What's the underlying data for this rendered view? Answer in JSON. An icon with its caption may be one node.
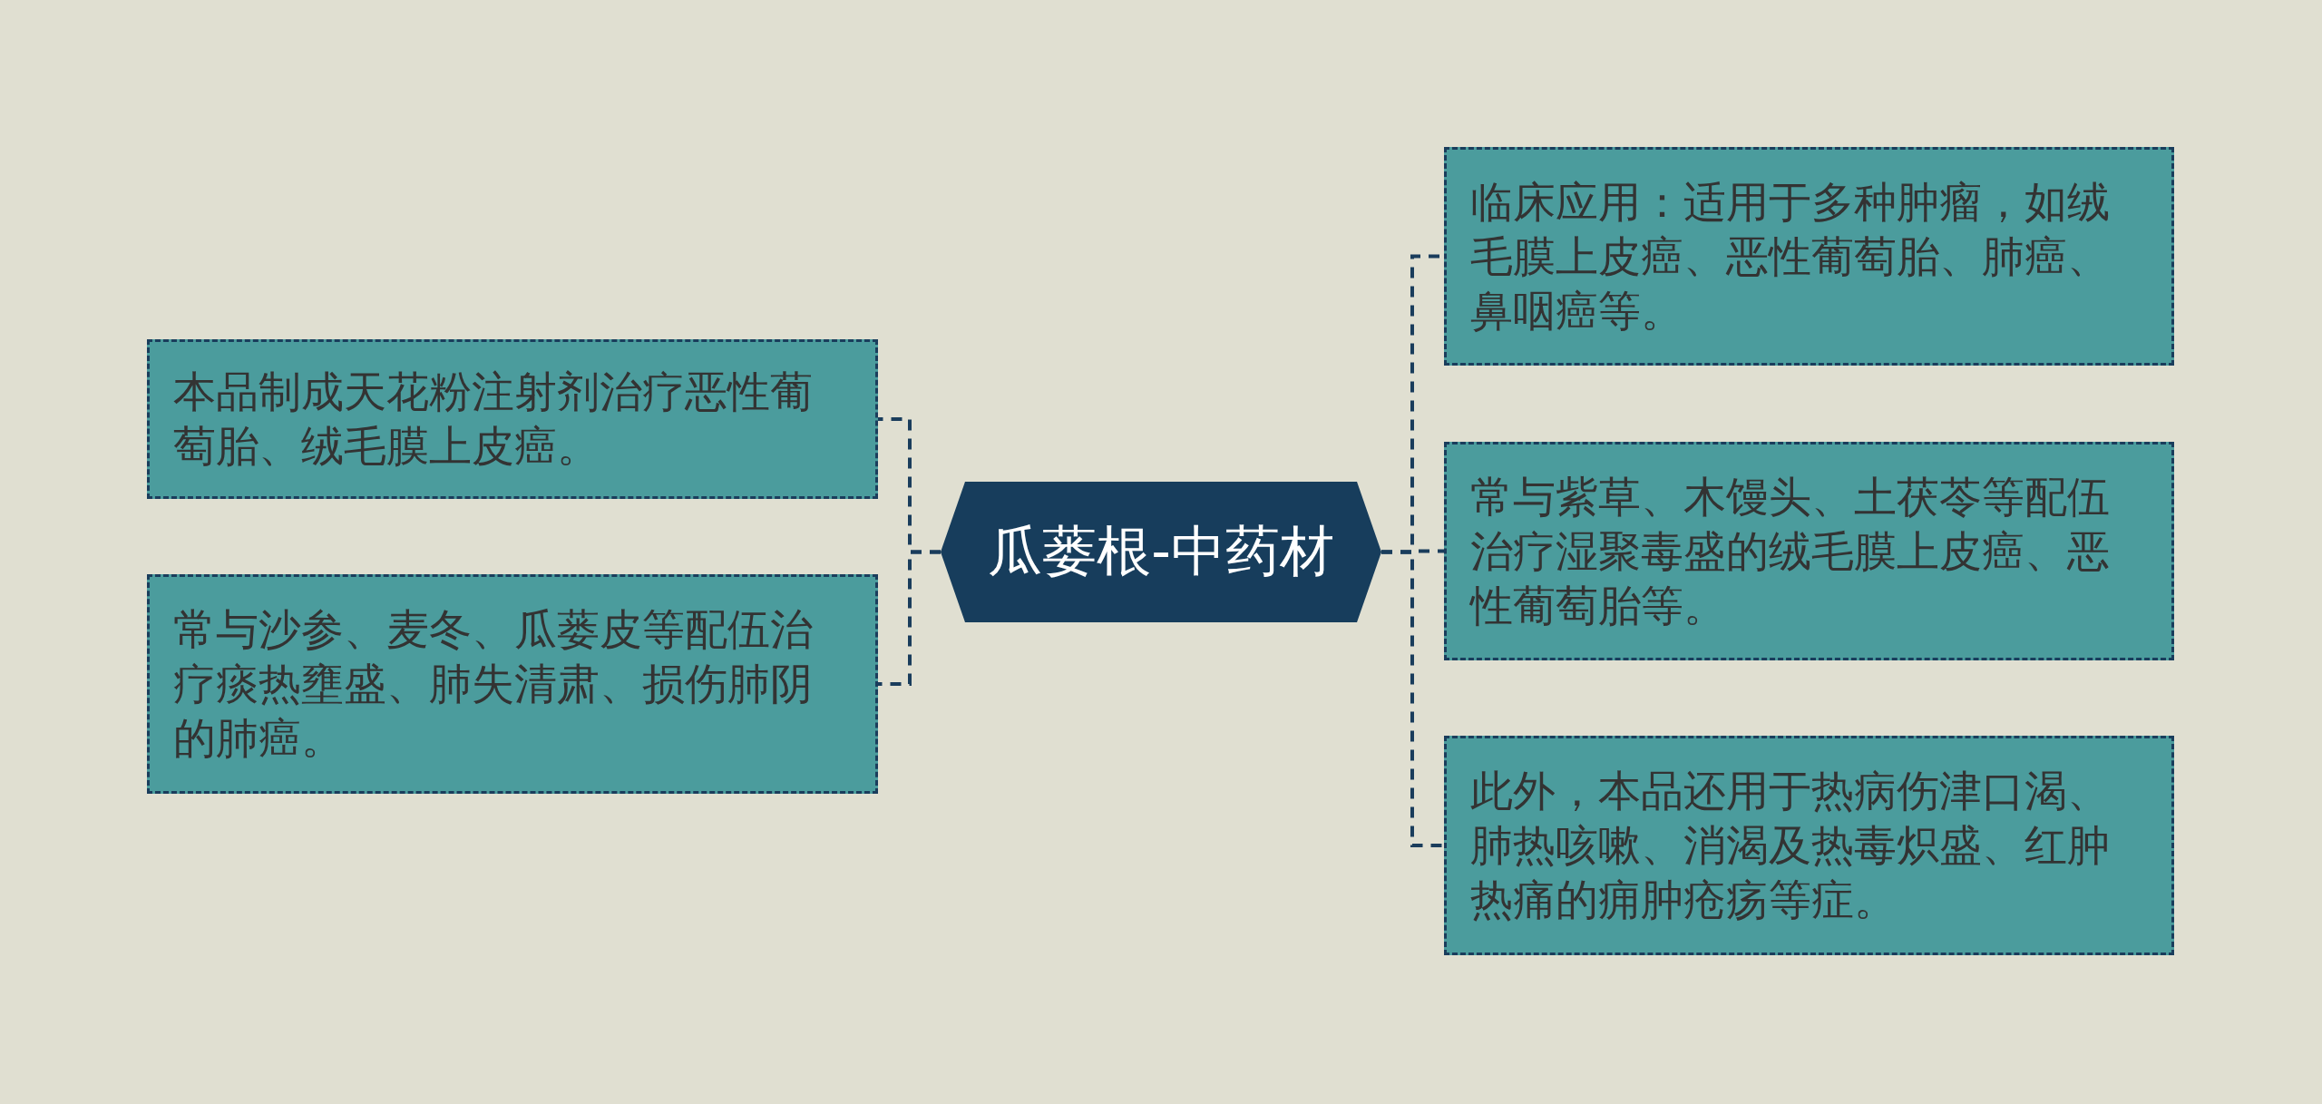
{
  "diagram": {
    "nodes": [
      {
        "text": [
          "瓜蒌根-中药材"
        ]
      },
      {
        "text": [
          "本品制成天花粉注射剂治疗恶性葡萄胎、绒毛膜上皮癌。"
        ]
      },
      {
        "text": [
          "常与沙参、麦冬、瓜蒌皮等配伍治疗痰热壅盛、肺失清肃、损伤肺阴的肺癌。"
        ]
      },
      {
        "text": [
          "临床应用：适用于多种肿瘤，如绒毛膜上皮癌、恶性葡萄胎、肺癌、鼻咽癌等。"
        ]
      },
      {
        "text": [
          "常与紫草、木馒头、土茯苓等配伍治疗湿聚毒盛的绒毛膜上皮癌、恶性葡萄胎等。"
        ]
      },
      {
        "text": [
          "此外，本品还用于热病伤津口渴、肺热咳嗽、消渴及热毒炽盛、红肿热痛的痈肿疮疡等症。"
        ]
      }
    ],
    "edges": [
      {
        "from": 0,
        "to": 1,
        "arrow": "none",
        "style": "dashed"
      },
      {
        "from": 0,
        "to": 2,
        "arrow": "none",
        "style": "dashed"
      },
      {
        "from": 0,
        "to": 3,
        "arrow": "none",
        "style": "dashed"
      },
      {
        "from": 0,
        "to": 4,
        "arrow": "none",
        "style": "dashed"
      },
      {
        "from": 0,
        "to": 5,
        "arrow": "none",
        "style": "dashed"
      }
    ]
  }
}
